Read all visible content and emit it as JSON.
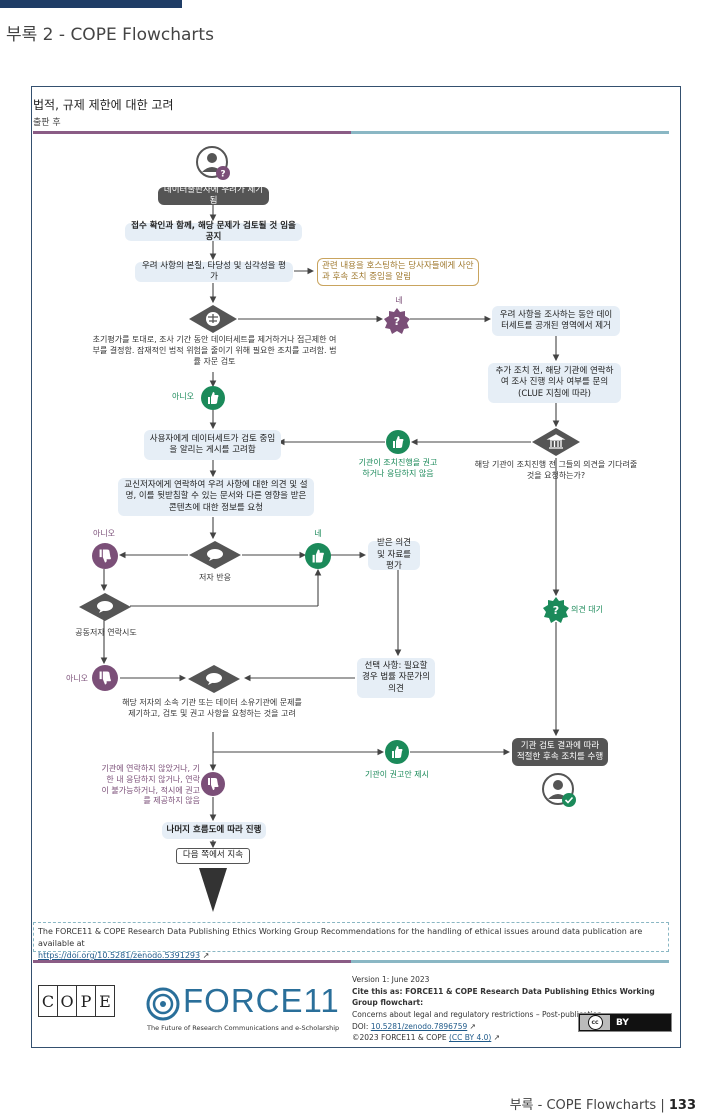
{
  "header": {
    "title": "부록 2 - COPE Flowcharts"
  },
  "panel": {
    "title": "법적, 규제 제한에 대한 고려",
    "subtitle": "출판 후"
  },
  "nodes": {
    "start": "데이터출판사에 우려가 제기됨",
    "ack": "접수 확인과 함께, 해당 문제가 검토될 것 임을 공지",
    "assess": "우려 사항의 본질, 타당성 및 심각성을 평가",
    "note": "관련 내용을 호스팅하는 당사자들에게 사안과 후속 조치 중임을 알림",
    "initial_eval": "초기평가를 토대로, 조사 기간 동안 데이터세트를 제거하거나 접근제한 여부를 결정함. 잠재적인 법적 위험을 줄이기 위해 필요한 조치를 고려함. 법률 자문 검토",
    "yes1": "네",
    "remove": "우려 사항을 조사하는 동안 데이터세트를 공개된 영역에서 제거",
    "contact_inst": "추가 조치 전, 해당 기관에 연락하여 조사 진행 의사 여부를 문의 (CLUE 지침에 따라)",
    "no1": "아니오",
    "notice": "사용자에게 데이터세트가 검토 중임을 알리는 게시를 고려함",
    "inst_recommend": "기관이 조치진행을 권고하거나 응답하지 않음",
    "inst_ask": "해당 기관이 조치진행 전 그들의 의견을 기다려줄 것을 요청하는가?",
    "contact_author": "교신저자에게 연락하여 우려 사항에 대한 의견 및 설명, 이를 뒷받침할 수 있는 문서와 다른 영향을 받은 콘텐츠에 대한 정보를 요청",
    "no2": "아니오",
    "yes2": "네",
    "author_response": "저자 반응",
    "eval_opinion": "받은 의견 및 자료를 평가",
    "coauthor": "공동저자 연락시도",
    "wait": "의견 대기",
    "no3": "아니오",
    "optional": "선택 사항: 필요할 경우 법률 자문가의 의견",
    "raise_inst": "해당 저자의 소속 기관 또는 데이터 소유기관에 문제를 제기하고, 검토 및 권고 사항을 요청하는 것을 고려",
    "follow_up": "기관 검토 결과에 따라 적절한 후속 조치를 수행",
    "inst_suggest": "기관이 권고안 제시",
    "no_contact": "기관에 연락하지 않았거나, 기한 내 응답하지 않거나, 연락이 불가능하거나, 적시에 권고를 제공하지 않음",
    "proceed": "나머지 흐름도에 따라 진행",
    "continue": "다음 쪽에서 지속"
  },
  "footer_note": {
    "text": "The FORCE11 & COPE Research Data Publishing Ethics Working Group Recommendations for the handling of ethical issues around data publication are available at",
    "link": "https://doi.org/10.5281/zenodo.5391293"
  },
  "meta": {
    "version": "Version 1: June 2023",
    "cite": "Cite this as: FORCE11 & COPE Research Data Publishing Ethics Working Group flowchart:",
    "concerns": "Concerns about legal and regulatory restrictions – Post-publication",
    "doi_label": "DOI:",
    "doi": "10.5281/zenodo.7896759",
    "copyright": "©2023 FORCE11 & COPE",
    "license": "(CC BY 4.0)"
  },
  "logos": {
    "cope": [
      "C",
      "O",
      "P",
      "E"
    ],
    "force11": "FORCE11",
    "force11_tagline": "The Future of Research Communications and e-Scholarship",
    "cc": "cc",
    "by": "BY"
  },
  "page_footer": {
    "text": "부록 - COPE Flowcharts |",
    "page": "133"
  },
  "colors": {
    "purple": "#7b4f78",
    "green": "#1b8a5a",
    "navy": "#1f3d66",
    "teal": "#8ab7c4",
    "gray": "#555555"
  }
}
